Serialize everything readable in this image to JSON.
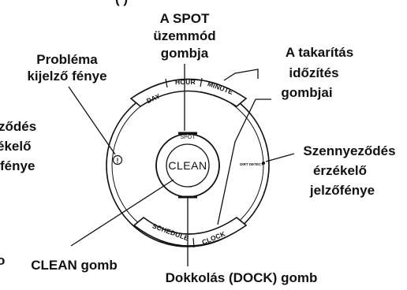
{
  "device": {
    "buttons": {
      "day": "DAY",
      "hour": "HOUR",
      "minute": "MINUTE",
      "schedule": "SCHEDULE",
      "clock": "CLOCK",
      "clean": "CLEAN",
      "spot": "SPOT",
      "dirt_detect": "DIRT DETECT",
      "problem_icon": "!"
    }
  },
  "labels": {
    "spot_button": [
      "A SPOT",
      "üzemmód",
      "gombja"
    ],
    "problem_light": [
      "Probléma",
      "kijelző fénye"
    ],
    "timer_buttons": [
      "A takarítás",
      "időzítés",
      "gombjai"
    ],
    "dirt_left_partial": [
      "ződés",
      "ékelő",
      "fénye"
    ],
    "dirt_detect_light": [
      "Szennyeződés",
      "érzékelő",
      "jelzőfénye"
    ],
    "clean_button": "CLEAN gomb",
    "dock_button": "Dokkolás (DOCK) gomb",
    "left_edge_glyph": "o",
    "top_cut_text": "(                                              )"
  }
}
